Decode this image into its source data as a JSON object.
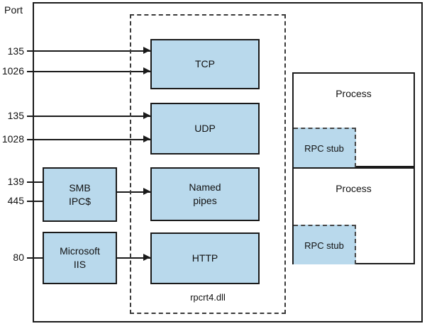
{
  "diagram": {
    "axis_heading": "Port",
    "dll_label": "rpcrt4.dll",
    "colors": {
      "box_fill": "#b9d9ec",
      "stroke": "#1a1a1a",
      "dashed_stroke": "#3a3a3a",
      "background": "#ffffff"
    }
  },
  "ports": [
    {
      "number": "135",
      "target": "TCP"
    },
    {
      "number": "1026",
      "target": "TCP"
    },
    {
      "number": "135",
      "target": "UDP"
    },
    {
      "number": "1028",
      "target": "UDP"
    },
    {
      "number": "139",
      "target": "SMB IPC$"
    },
    {
      "number": "445",
      "target": "SMB IPC$"
    },
    {
      "number": "80",
      "target": "Microsoft IIS"
    }
  ],
  "services": [
    {
      "id": "smb",
      "line1": "SMB",
      "line2": "IPC$"
    },
    {
      "id": "iis",
      "line1": "Microsoft",
      "line2": "IIS"
    }
  ],
  "transports": [
    {
      "id": "tcp",
      "line1": "TCP",
      "line2": ""
    },
    {
      "id": "udp",
      "line1": "UDP",
      "line2": ""
    },
    {
      "id": "named-pipes",
      "line1": "Named",
      "line2": "pipes"
    },
    {
      "id": "http",
      "line1": "HTTP",
      "line2": ""
    }
  ],
  "processes": [
    {
      "id": "process-1",
      "label": "Process",
      "stub_label": "RPC stub"
    },
    {
      "id": "process-2",
      "label": "Process",
      "stub_label": "RPC stub"
    }
  ]
}
